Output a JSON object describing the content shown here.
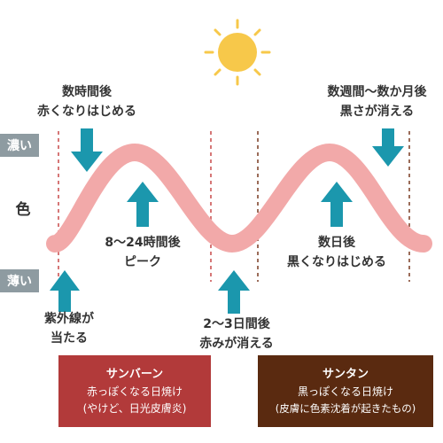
{
  "side": {
    "dark": "濃い",
    "color": "色",
    "light": "薄い"
  },
  "labels": {
    "hours_after": [
      "数時間後",
      "赤くなりはじめる"
    ],
    "peak": [
      "8〜24時間後",
      "ピーク"
    ],
    "uv": [
      "紫外線が",
      "当たる"
    ],
    "days_fade": [
      "2〜3日間後",
      "赤みが消える"
    ],
    "days_dark": [
      "数日後",
      "黒くなりはじめる"
    ],
    "weeks_months": [
      "数週間〜数か月後",
      "黒さが消える"
    ]
  },
  "sunburn": {
    "title": "サンバーン",
    "line1": "赤っぽくなる日焼け",
    "line2": "(やけど、日光皮膚炎)"
  },
  "suntan": {
    "title": "サンタン",
    "line1": "黒っぽくなる日焼け",
    "line2": "(皮膚に色素沈着が起きたもの)"
  },
  "colors": {
    "wave": "#f2a9a9",
    "arrow": "#1b97ad",
    "sun": "#f7c84a",
    "sunburn_box": "#b23a3a",
    "suntan_box": "#5a2a10",
    "dash_red": "#c94a4a",
    "dash_brown": "#7a3b22",
    "tag": "#8e9ba1"
  },
  "icons": {
    "sun": "sun-icon",
    "arrow": "arrow-icon"
  }
}
